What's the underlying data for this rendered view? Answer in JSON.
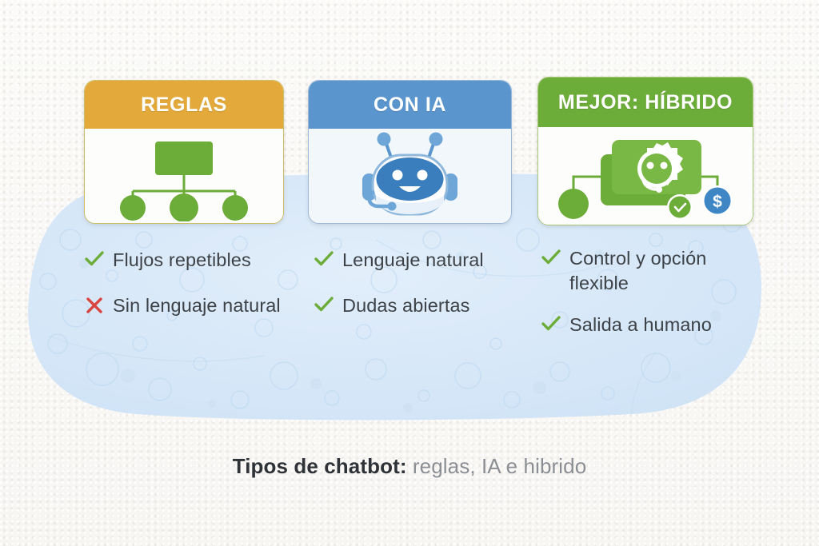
{
  "caption": {
    "strong": "Tipos de chatbot:",
    "rest": " reglas, IA e hibrido"
  },
  "colors": {
    "rules_header": "#e3a93a",
    "ai_header": "#5a95cd",
    "hybrid_header": "#6cac39",
    "check_green": "#6cac39",
    "cross_red": "#d9453f",
    "dollar_blue": "#3f86c4",
    "text_dark": "#3c4247",
    "blob_blue": "#d4e6f7",
    "page_background": "#faf9f7"
  },
  "cards": [
    {
      "id": "rules",
      "title": "REGLAS",
      "icon": "flowchart-tree-icon"
    },
    {
      "id": "ai",
      "title": "CON IA",
      "icon": "chatbot-robot-icon"
    },
    {
      "id": "hybrid",
      "title": "MEJOR: HÍBRIDO",
      "icon": "hybrid-gear-bot-icon"
    }
  ],
  "columns": [
    {
      "id": "rules",
      "bullets": [
        {
          "mark": "check-icon",
          "text": "Flujos repetibles"
        },
        {
          "mark": "cross-icon",
          "text": "Sin lenguaje natural"
        }
      ]
    },
    {
      "id": "ai",
      "bullets": [
        {
          "mark": "check-icon",
          "text": "Lenguaje natural"
        },
        {
          "mark": "check-icon",
          "text": "Dudas abiertas"
        }
      ]
    },
    {
      "id": "hybrid",
      "bullets": [
        {
          "mark": "check-icon",
          "text": "Control y opción flexible"
        },
        {
          "mark": "check-icon",
          "text": "Salida a humano"
        }
      ]
    }
  ]
}
